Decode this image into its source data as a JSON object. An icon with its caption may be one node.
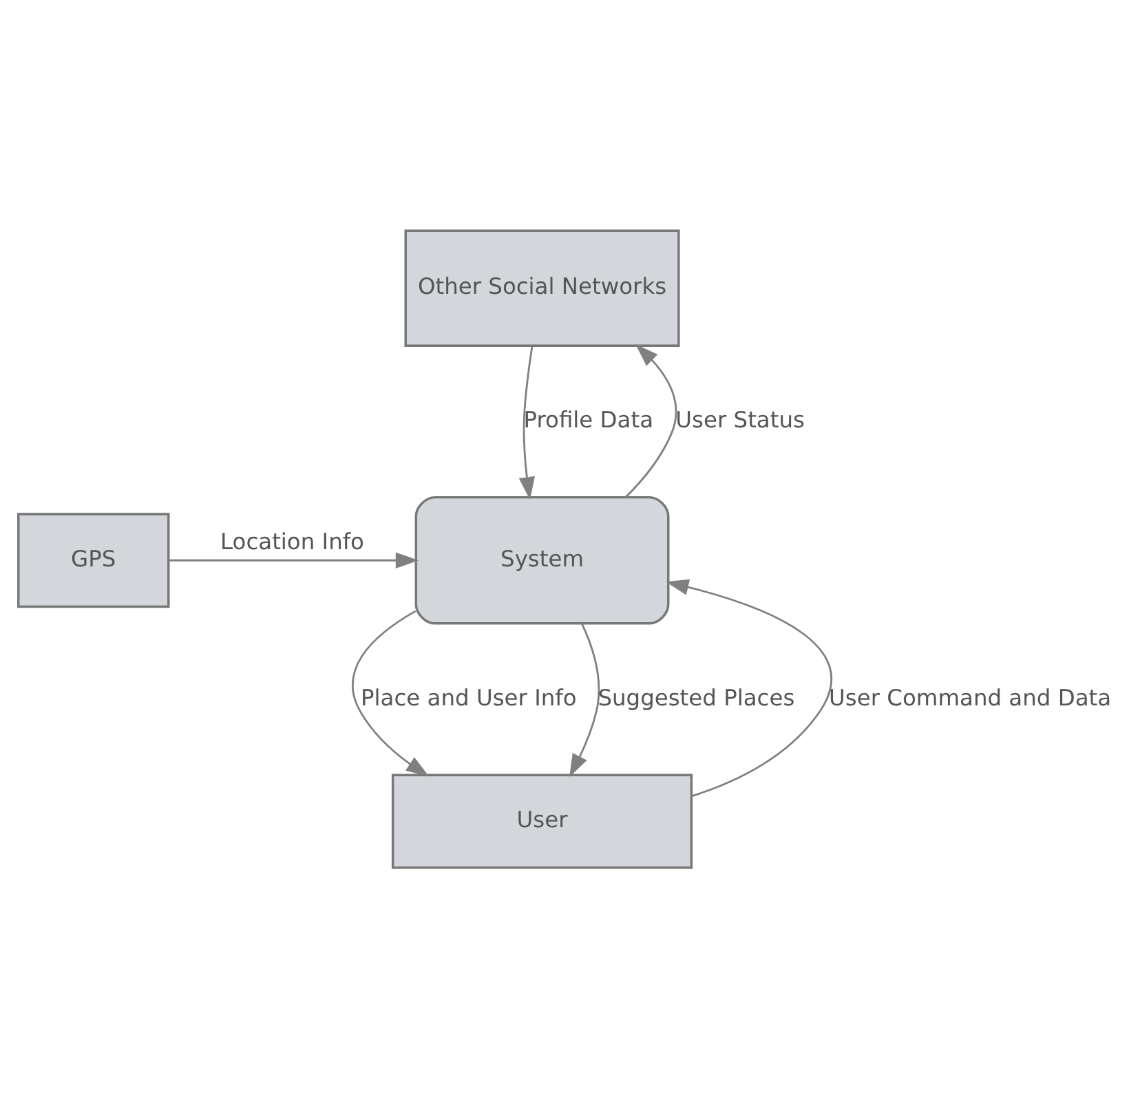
{
  "diagram": {
    "nodes": [
      {
        "text": [
          "Other Social Networks"
        ]
      },
      {
        "text": [
          "System"
        ]
      },
      {
        "text": [
          "GPS"
        ]
      },
      {
        "text": [
          "User"
        ]
      }
    ],
    "edges": [
      {
        "from": 0,
        "to": 1,
        "arrow": "to",
        "label": "Profile Data"
      },
      {
        "from": 1,
        "to": 0,
        "arrow": "to",
        "label": "User Status"
      },
      {
        "from": 2,
        "to": 1,
        "arrow": "to",
        "label": "Location Info"
      },
      {
        "from": 1,
        "to": 3,
        "arrow": "to",
        "label": "Place and User Info"
      },
      {
        "from": 1,
        "to": 3,
        "arrow": "to",
        "label": "Suggested Places"
      },
      {
        "from": 3,
        "to": 1,
        "arrow": "to",
        "label": "User Command and Data"
      }
    ]
  }
}
